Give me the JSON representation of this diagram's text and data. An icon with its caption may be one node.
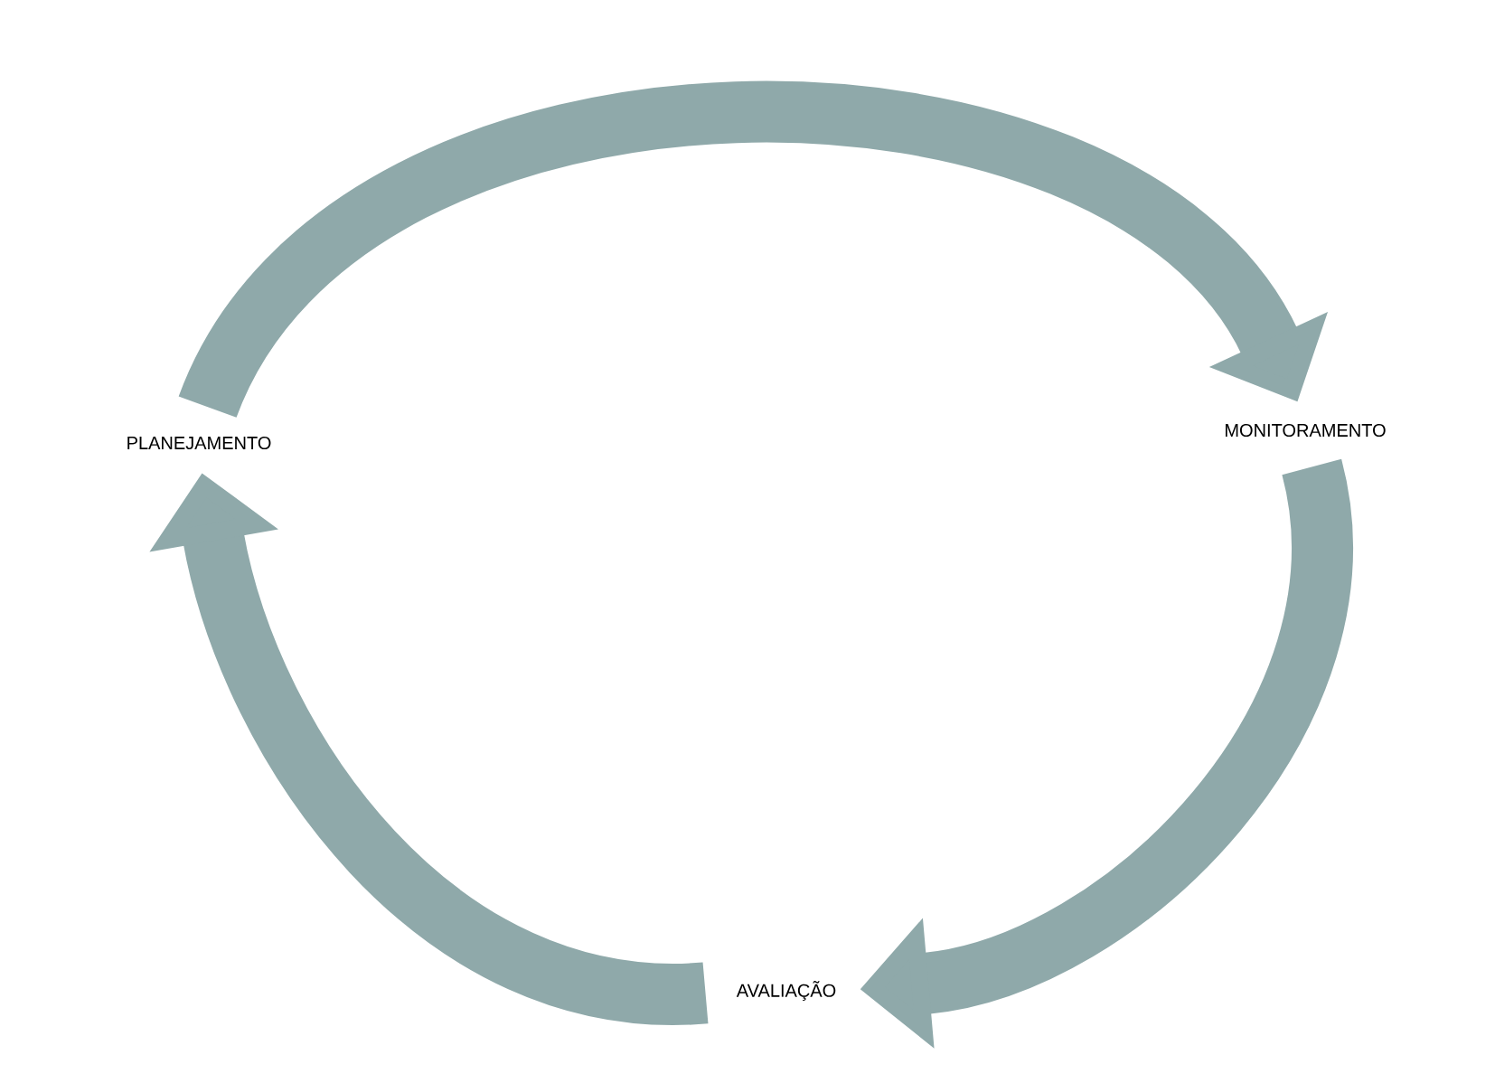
{
  "diagram": {
    "nodes": [
      {
        "text": [
          "PLANEJAMENTO"
        ]
      },
      {
        "text": [
          "MONITORAMENTO"
        ]
      },
      {
        "text": [
          "AVALIAÇÃO"
        ]
      }
    ],
    "edges": [
      {
        "from": 0,
        "to": 1,
        "arrow": "to"
      },
      {
        "from": 1,
        "to": 2,
        "arrow": "to"
      },
      {
        "from": 2,
        "to": 0,
        "arrow": "to"
      }
    ]
  }
}
